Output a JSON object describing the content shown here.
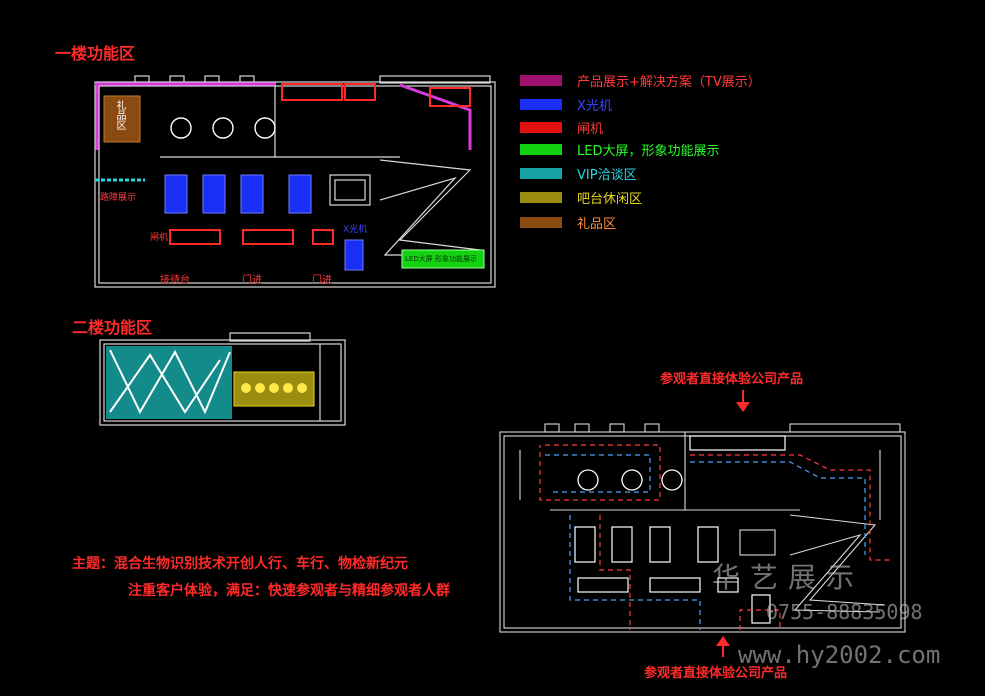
{
  "floor1": {
    "title": "一楼功能区",
    "labels": {
      "gift_box": "礼品区",
      "road_barrier": "路障展示",
      "gate": "闸机",
      "xray": "X光机",
      "reception": "接待台",
      "entrance_a": "门进",
      "entrance_b": "门进",
      "led_panel": "LED大屏 形象功能展示"
    }
  },
  "floor2": {
    "title": "二楼功能区"
  },
  "legend": [
    {
      "label": "产品展示+解决方案（TV展示）",
      "color": "#a0106e",
      "text_color": "#ff3b3b"
    },
    {
      "label": "X光机",
      "color": "#1a2ff5",
      "text_color": "#3b46ff"
    },
    {
      "label": "闸机",
      "color": "#e01010",
      "text_color": "#ff3b3b"
    },
    {
      "label": "LED大屏，形象功能展示",
      "color": "#12d212",
      "text_color": "#27ff27"
    },
    {
      "label": "VIP洽谈区",
      "color": "#17a3a3",
      "text_color": "#27d6e0"
    },
    {
      "label": "吧台休闲区",
      "color": "#9b8d10",
      "text_color": "#e8d81a"
    },
    {
      "label": "礼品区",
      "color": "#8a4a12",
      "text_color": "#ff8c3a"
    }
  ],
  "theme": {
    "line1": "主题：混合生物识别技术开创人行、车行、物检新纪元",
    "line2": "注重客户体验，满足：快速参观者与精细参观者人群"
  },
  "visitor_flow": {
    "top_label": "参观者直接体验公司产品",
    "bottom_label": "参观者直接体验公司产品"
  },
  "watermark": {
    "brand": "华艺展示",
    "phone": "0755-88835098",
    "url": "www.hy2002.com"
  }
}
